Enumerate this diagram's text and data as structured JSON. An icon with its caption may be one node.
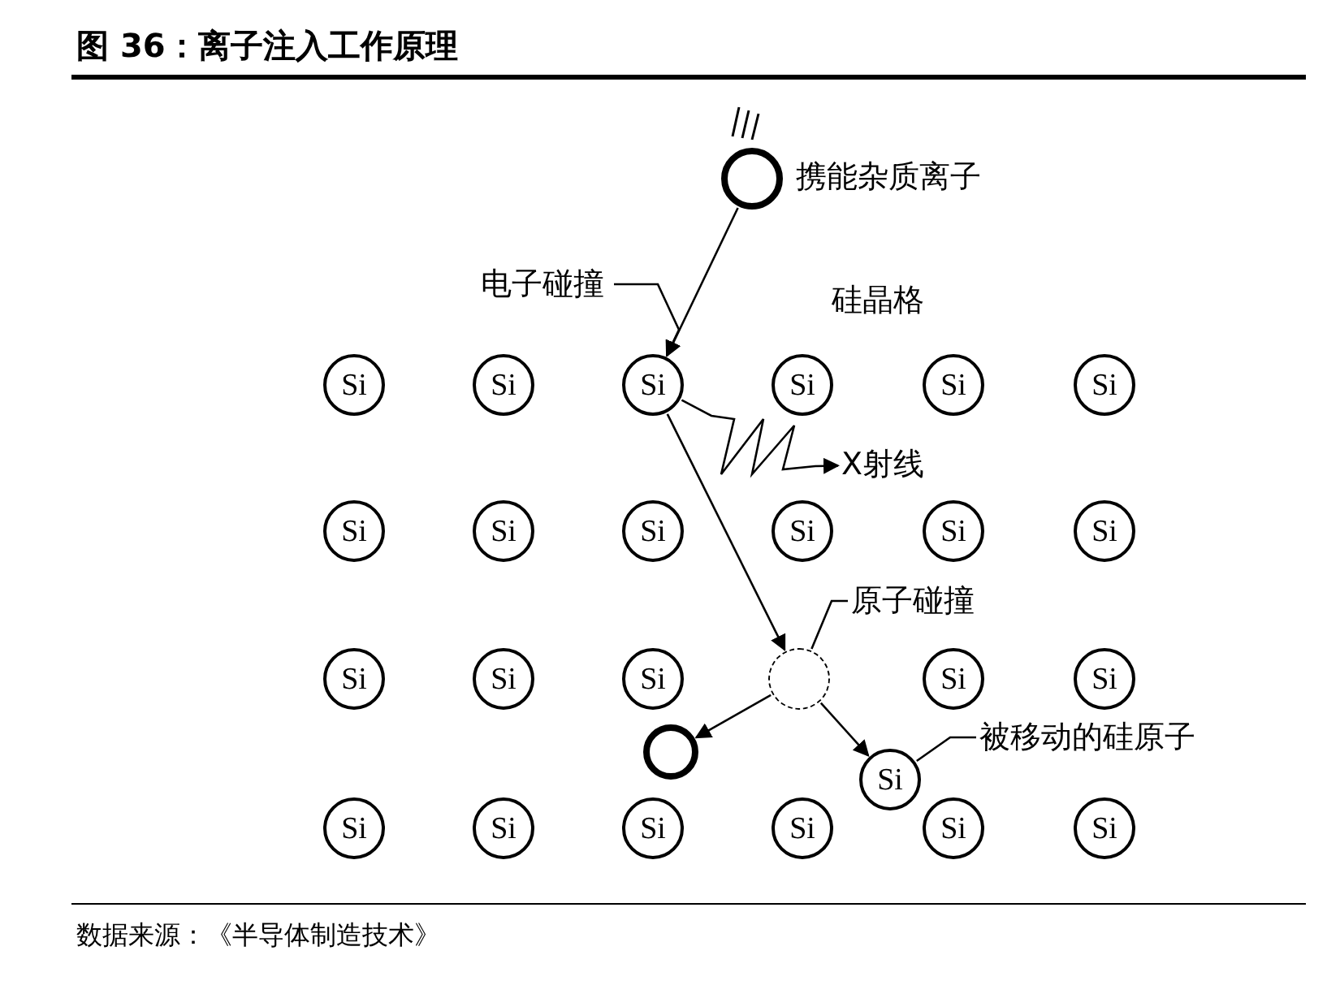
{
  "diagram": {
    "title": "图 36：离子注入工作原理",
    "caption": "数据来源：《半导体制造技术》",
    "nodes": [
      {
        "text": [],
        "shape": "circle",
        "beside": [
          "携能杂质离子"
        ]
      },
      {
        "text": [
          "电子碰撞"
        ]
      },
      {
        "text": [
          "Si"
        ]
      },
      {
        "text": [
          "Si"
        ]
      },
      {
        "text": [
          "Si"
        ]
      },
      {
        "text": [
          "Si"
        ]
      },
      {
        "text": [
          "Si"
        ]
      },
      {
        "text": [
          "Si"
        ]
      },
      {
        "text": [
          "X射线"
        ]
      },
      {
        "text": [
          "Si"
        ]
      },
      {
        "text": [
          "Si"
        ]
      },
      {
        "text": [
          "Si"
        ]
      },
      {
        "text": [
          "Si"
        ]
      },
      {
        "text": [
          "Si"
        ]
      },
      {
        "text": [
          "Si"
        ]
      },
      {
        "text": [
          "原子碰撞"
        ]
      },
      {
        "text": [
          "Si"
        ]
      },
      {
        "text": [
          "Si"
        ]
      },
      {
        "text": [
          "Si"
        ]
      },
      {
        "text": [],
        "shape": "circle"
      },
      {
        "text": [
          "Si"
        ]
      },
      {
        "text": [
          "Si"
        ]
      },
      {
        "text": [],
        "shape": "circle"
      },
      {
        "text": [
          "被移动的硅原子"
        ]
      },
      {
        "text": [
          "Si"
        ]
      },
      {
        "text": [
          "Si"
        ]
      },
      {
        "text": [
          "Si"
        ]
      },
      {
        "text": [
          "Si"
        ]
      },
      {
        "text": [
          "Si"
        ]
      },
      {
        "text": [
          "Si"
        ]
      },
      {
        "text": [
          "Si"
        ]
      }
    ],
    "edges": [
      {
        "from": 0,
        "to": 4,
        "arrow": "to"
      },
      {
        "from": 1,
        "to": 4,
        "arrow": "to"
      },
      {
        "from": 4,
        "to": 8,
        "arrow": "to"
      },
      {
        "from": 4,
        "to": 19,
        "arrow": "to"
      },
      {
        "from": 15,
        "to": 19,
        "arrow": "none"
      },
      {
        "from": 19,
        "to": 22,
        "arrow": "to"
      },
      {
        "from": 19,
        "to": 24,
        "arrow": "to"
      },
      {
        "from": 23,
        "to": 24,
        "arrow": "none"
      }
    ],
    "labels": [
      "硅晶格"
    ]
  }
}
